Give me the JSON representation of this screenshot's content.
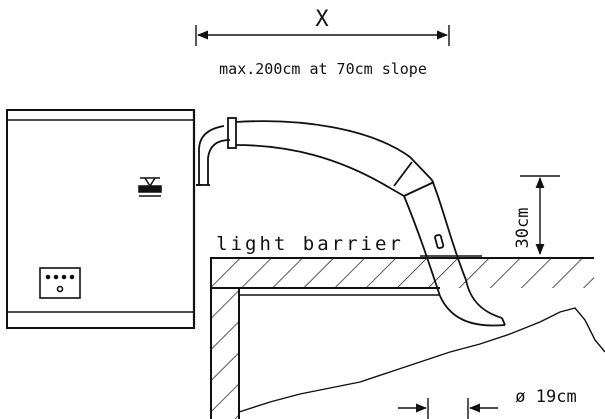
{
  "diagram": {
    "labels": {
      "dimension_x": "X",
      "max_distance_note": "max.200cm at 70cm slope",
      "light_barrier": "light barrier",
      "height_30cm": "30cm",
      "diameter": "ø 19cm"
    },
    "colors": {
      "ink": "#111111",
      "background": "#ffffff"
    },
    "icons": [
      "warning-light-icon",
      "control-panel-icon"
    ]
  }
}
